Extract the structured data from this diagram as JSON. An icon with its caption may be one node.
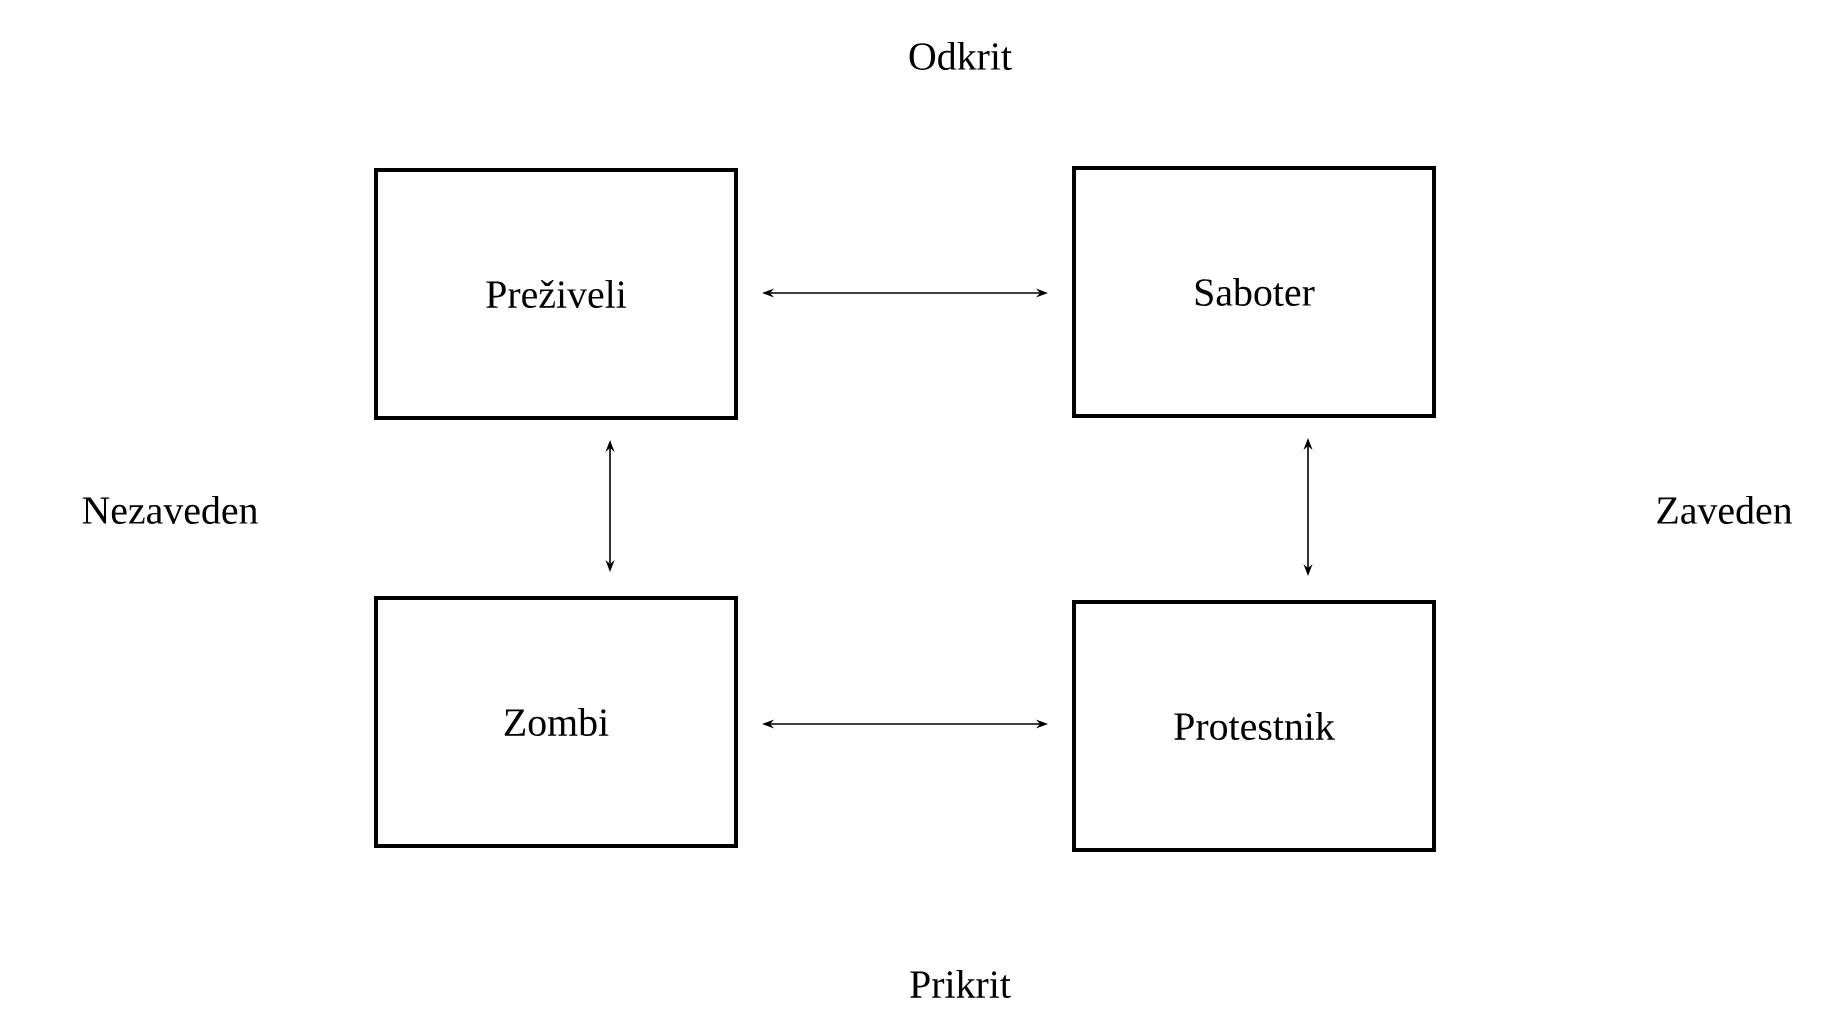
{
  "diagram": {
    "nodes": [
      {
        "text": [
          "Preživeli"
        ]
      },
      {
        "text": [
          "Saboter"
        ]
      },
      {
        "text": [
          "Zombi"
        ]
      },
      {
        "text": [
          "Protestnik"
        ]
      }
    ],
    "edges": [
      {
        "from": 0,
        "to": 1,
        "arrow": "both"
      },
      {
        "from": 0,
        "to": 2,
        "arrow": "both"
      },
      {
        "from": 1,
        "to": 3,
        "arrow": "both"
      },
      {
        "from": 2,
        "to": 3,
        "arrow": "both"
      }
    ],
    "labels": [
      "Odkrit",
      "Nezaveden",
      "Zaveden",
      "Prikrit"
    ]
  }
}
